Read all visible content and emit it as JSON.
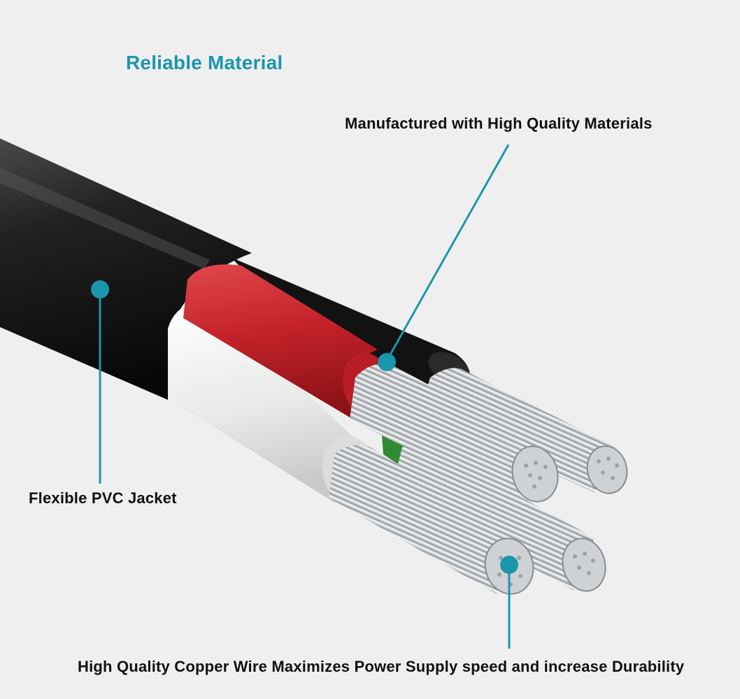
{
  "title": "Reliable Material",
  "callouts": {
    "materials": "Manufactured with High Quality Materials",
    "jacket": "Flexible PVC Jacket",
    "copper": "High Quality Copper Wire Maximizes Power Supply speed and increase Durability"
  },
  "colors": {
    "accent": "#1a96ad",
    "jacket": "#1c1c1c",
    "red_insulation": "#c8242c",
    "white_insulation": "#eeeeee",
    "green_insulation": "#2f8a32",
    "black_insulation": "#141414",
    "copper_strands": "#c4c6c8",
    "background": "#efefef"
  }
}
